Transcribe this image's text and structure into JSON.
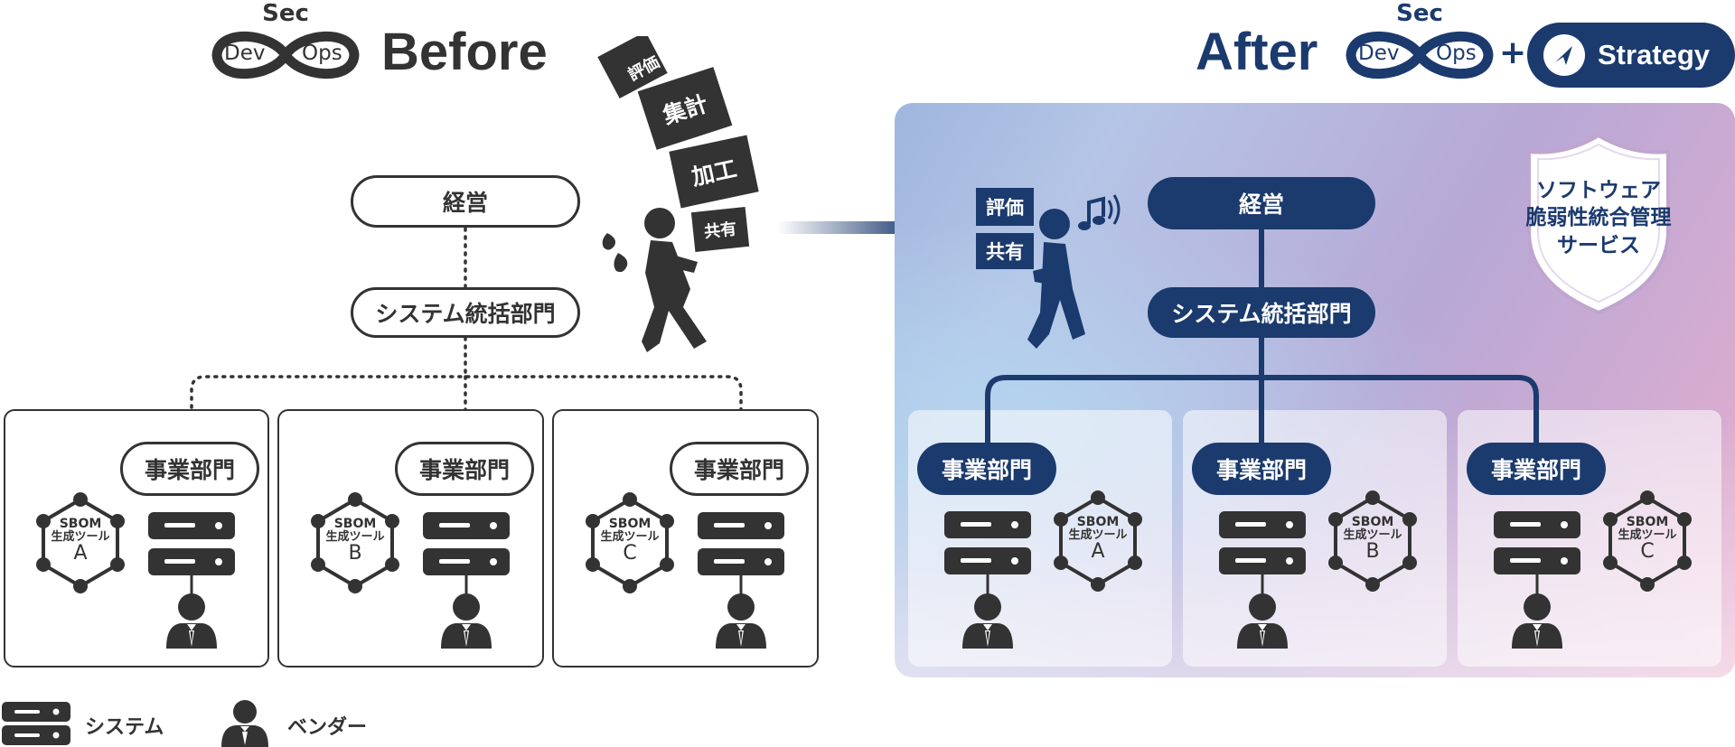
{
  "before": {
    "logo": {
      "sec": "Sec",
      "dev": "Dev",
      "ops": "Ops"
    },
    "title": "Before",
    "management": "経営",
    "system_dept": "システム統括部門",
    "tasks": [
      "評価",
      "集計",
      "加工",
      "共有"
    ],
    "divisions": [
      {
        "label": "事業部門",
        "tool_line1": "SBOM",
        "tool_line2": "生成ツール",
        "tool_letter": "A"
      },
      {
        "label": "事業部門",
        "tool_line1": "SBOM",
        "tool_line2": "生成ツール",
        "tool_letter": "B"
      },
      {
        "label": "事業部門",
        "tool_line1": "SBOM",
        "tool_line2": "生成ツール",
        "tool_letter": "C"
      }
    ]
  },
  "after": {
    "title": "After",
    "logo": {
      "sec": "Sec",
      "dev": "Dev",
      "ops": "Ops"
    },
    "plus": "+",
    "strategy": "Strategy",
    "management": "経営",
    "system_dept": "システム統括部門",
    "tasks": [
      "評価",
      "共有"
    ],
    "service_line1": "ソフトウェア",
    "service_line2": "脆弱性統合管理",
    "service_line3": "サービス",
    "divisions": [
      {
        "label": "事業部門",
        "tool_line1": "SBOM",
        "tool_line2": "生成ツール",
        "tool_letter": "A"
      },
      {
        "label": "事業部門",
        "tool_line1": "SBOM",
        "tool_line2": "生成ツール",
        "tool_letter": "B"
      },
      {
        "label": "事業部門",
        "tool_line1": "SBOM",
        "tool_line2": "生成ツール",
        "tool_letter": "C"
      }
    ]
  },
  "legend": {
    "system": "システム",
    "vendor": "ベンダー"
  },
  "colors": {
    "navy": "#1b3a6e",
    "dark": "#333333",
    "shield_text": "#1b3a6e"
  }
}
